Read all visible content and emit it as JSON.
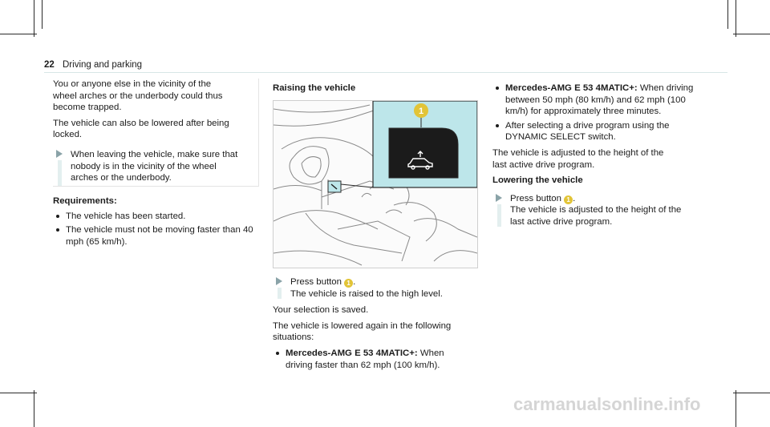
{
  "header": {
    "page_number": "22",
    "section_title": "Driving and parking"
  },
  "note": {
    "paragraph1": "You or anyone else in the vicinity of the wheel arches or the underbody could thus become trapped.",
    "paragraph2": "The vehicle can also be lowered after being locked.",
    "step": "When leaving the vehicle, make sure that nobody is in the vicinity of the wheel arches or the underbody."
  },
  "requirements": {
    "heading": "Requirements:",
    "items": [
      "The vehicle has been started.",
      "The vehicle must not be moving faster than 40 mph (65 km/h)."
    ]
  },
  "raising": {
    "heading": "Raising the vehicle",
    "figure_callout": "1",
    "step_prefix": "Press button",
    "step_badge": "1",
    "step_suffix": ".",
    "step_result": "The vehicle is raised to the high level.",
    "saved": "Your selection is saved.",
    "lowered_intro": "The vehicle is lowered again in the following situations:",
    "bullet1_bold": "Mercedes-AMG E 53 4MATIC+:",
    "bullet1_text": "When driving faster than 62 mph (100 km/h)."
  },
  "right": {
    "bullet2_bold": "Mercedes-AMG E 53 4MATIC+:",
    "bullet2_text": "When driving between 50 mph (80 km/h) and 62 mph (100 km/h) for approximately three minutes.",
    "bullet3_text": "After selecting a drive program using the DYNAMIC SELECT switch.",
    "adjusted_text": "The vehicle is adjusted to the height of the last active drive program.",
    "lowering_heading": "Lowering the vehicle",
    "step_prefix": "Press button",
    "step_badge": "1",
    "step_suffix": ".",
    "step_result": "The vehicle is adjusted to the height of the last active drive program."
  },
  "watermark": "carmanualsonline.info",
  "colors": {
    "accent_teal": "#bde6ea",
    "badge_yellow": "#e2c437",
    "arrow": "#8aa3a8"
  }
}
